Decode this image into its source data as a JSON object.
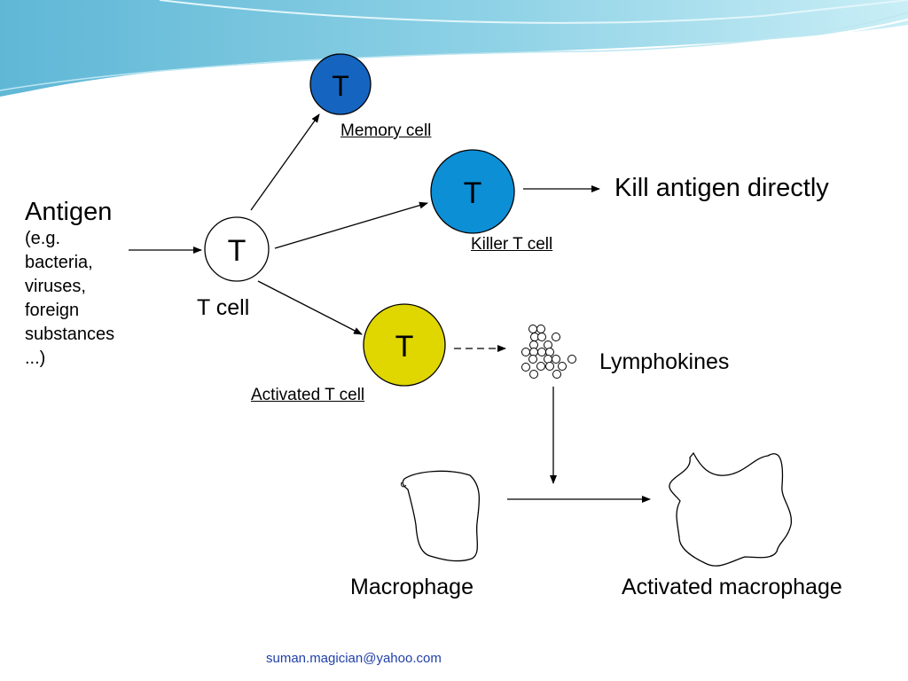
{
  "antigen": {
    "title": "Antigen",
    "lines": [
      "(e.g.",
      "bacteria,",
      "viruses,",
      "foreign",
      "substances",
      "...)"
    ]
  },
  "cells": {
    "t_cell": {
      "letter": "T",
      "label": "T cell",
      "color": "#ffffff"
    },
    "memory": {
      "letter": "T",
      "label": "Memory cell",
      "color": "#1565c0"
    },
    "killer": {
      "letter": "T",
      "label": "Killer T cell",
      "color": "#0d8fd6"
    },
    "activated": {
      "letter": "T",
      "label": "Activated T cell",
      "color": "#e0d600"
    }
  },
  "outcomes": {
    "kill": "Kill antigen directly",
    "lymphokines": "Lymphokines",
    "macrophage": "Macrophage",
    "activated_macrophage": "Activated macrophage"
  },
  "footer": {
    "email": "suman.magician@yahoo.com",
    "color": "#1f3fa8"
  }
}
